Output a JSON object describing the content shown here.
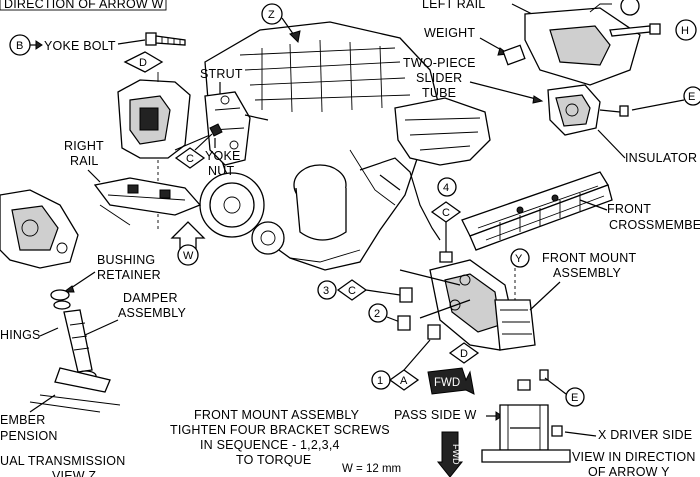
{
  "labels": {
    "direction_arrow_w": "DIRECTION OF ARROW W",
    "yoke_bolt": "YOKE BOLT",
    "strut": "STRUT",
    "yoke_nut_1": "YOKE",
    "yoke_nut_2": "NUT",
    "right_rail_1": "RIGHT",
    "right_rail_2": "RAIL",
    "bushing_retainer_1": "BUSHING",
    "bushing_retainer_2": "RETAINER",
    "damper_assembly_1": "DAMPER",
    "damper_assembly_2": "ASSEMBLY",
    "bushings": "HINGS",
    "member_1": "EMBER",
    "member_2": "PENSION",
    "manual_trans_1": "UAL TRANSMISSION",
    "manual_trans_2": "VIEW Z",
    "left_rail": "LEFT RAIL",
    "weight": "WEIGHT",
    "slider_tube_1": "TWO-PIECE",
    "slider_tube_2": "SLIDER",
    "slider_tube_3": "TUBE",
    "insulator": "INSULATOR",
    "front_crossmember_1": "FRONT",
    "front_crossmember_2": "CROSSMEMBER",
    "front_mount_1": "FRONT MOUNT",
    "front_mount_2": "ASSEMBLY",
    "pass_side": "PASS SIDE W",
    "driver_side": "X DRIVER SIDE",
    "view_y_1": "VIEW IN DIRECTION",
    "view_y_2": "OF ARROW Y",
    "fwd_1": "FWD",
    "fwd_2": "FWD",
    "torque_note_1": "FRONT MOUNT ASSEMBLY",
    "torque_note_2": "TIGHTEN FOUR BRACKET SCREWS",
    "torque_note_3": "IN SEQUENCE - 1,2,3,4",
    "torque_note_4": "TO TORQUE",
    "w_spec": "W = 12 mm"
  },
  "callouts": {
    "b": "B",
    "z": "Z",
    "d_top": "D",
    "c_strut": "C",
    "w": "W",
    "h": "H",
    "e_top": "E",
    "c_mount": "C",
    "four": "4",
    "y": "Y",
    "three": "3",
    "c_three": "C",
    "two": "2",
    "d_mid": "D",
    "one": "1",
    "a": "A",
    "e_bottom": "E"
  }
}
